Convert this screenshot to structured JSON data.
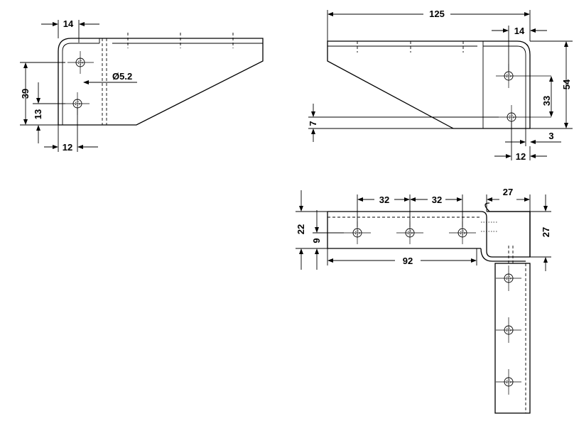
{
  "views": {
    "side_left": {
      "dims": {
        "tab_width": "14",
        "hole_span": "39",
        "hole_height": "13",
        "bottom_offset": "12",
        "hole_diameter": "Ø5.2"
      }
    },
    "side_right": {
      "dims": {
        "overall_length": "125",
        "tab_width": "14",
        "overall_height": "54",
        "hole_span": "33",
        "lower_hole_height": "7",
        "thickness": "3",
        "bottom_offset": "12"
      }
    },
    "plan": {
      "dims": {
        "pitch_1": "32",
        "pitch_2": "32",
        "flange_depth": "27",
        "width": "22",
        "hole_offset": "9",
        "hole_row_length": "92",
        "flange_height": "27"
      }
    }
  }
}
